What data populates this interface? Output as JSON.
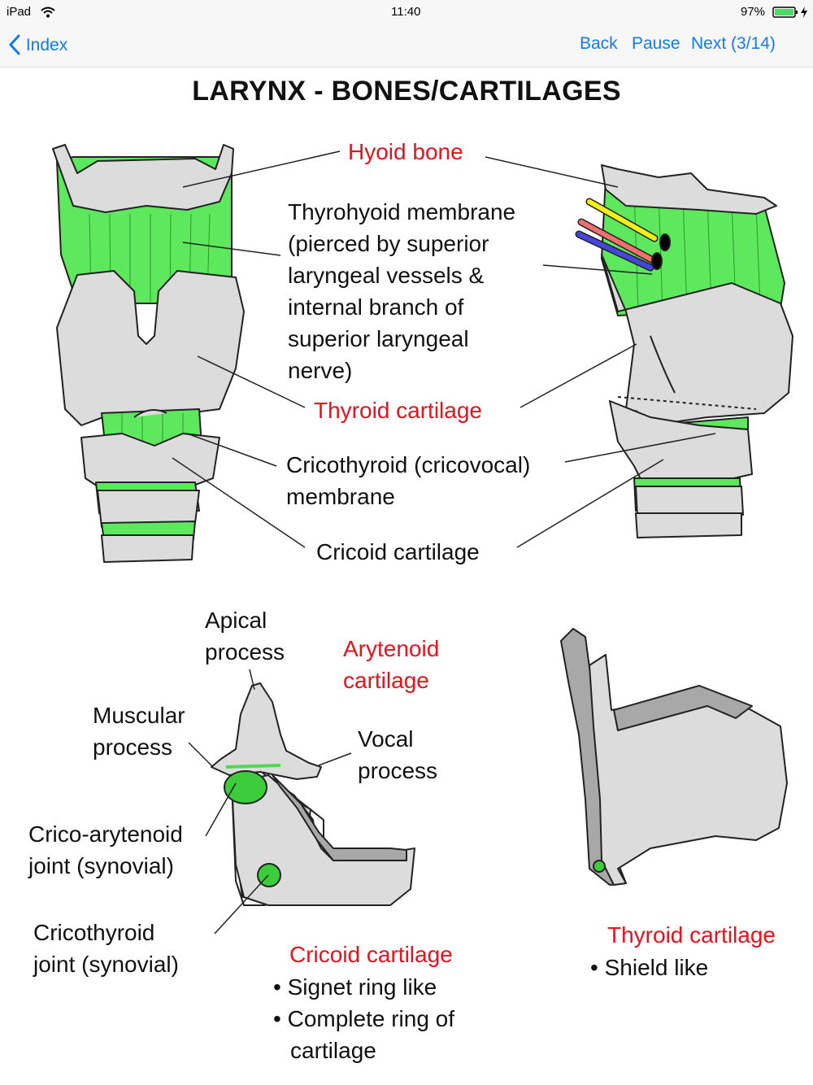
{
  "status": {
    "device": "iPad",
    "time": "11:40",
    "battery": "97%"
  },
  "nav": {
    "index_label": "Index",
    "back_label": "Back",
    "pause_label": "Pause",
    "next_label": "Next (3/14)"
  },
  "title": "LARYNX - BONES/CARTILAGES",
  "labels": {
    "hyoid": "Hyoid bone",
    "thyrohyoid": [
      "Thyrohyoid membrane",
      "(pierced by superior",
      "laryngeal vessels &",
      "internal branch of",
      "superior laryngeal",
      "nerve)"
    ],
    "thyroid": "Thyroid cartilage",
    "cricothyroid_membrane": [
      "Cricothyroid (cricovocal)",
      "membrane"
    ],
    "cricoid": "Cricoid cartilage",
    "apical": [
      "Apical",
      "process"
    ],
    "arytenoid": [
      "Arytenoid",
      "cartilage"
    ],
    "muscular": [
      "Muscular",
      "process"
    ],
    "vocal": [
      "Vocal",
      "process"
    ],
    "crico_arytenoid": [
      "Crico-arytenoid",
      "joint (synovial)"
    ],
    "cricothyroid_joint": [
      "Cricothyroid",
      "joint (synovial)"
    ],
    "cricoid_heading": "Cricoid cartilage",
    "cricoid_bullets": [
      "Signet ring like",
      "Complete ring of",
      "cartilage"
    ],
    "thyroid_heading": "Thyroid cartilage",
    "thyroid_bullets": [
      "Shield like"
    ]
  },
  "colors": {
    "accent": "#1479f6",
    "label_red": "#e8111c",
    "membrane_green": "#5ee85e",
    "cartilage_gray": "#d9d9d9",
    "battery_green": "#4cd964"
  },
  "icons": [
    "wifi-icon",
    "battery-icon",
    "charging-icon",
    "chevron-left-icon"
  ]
}
